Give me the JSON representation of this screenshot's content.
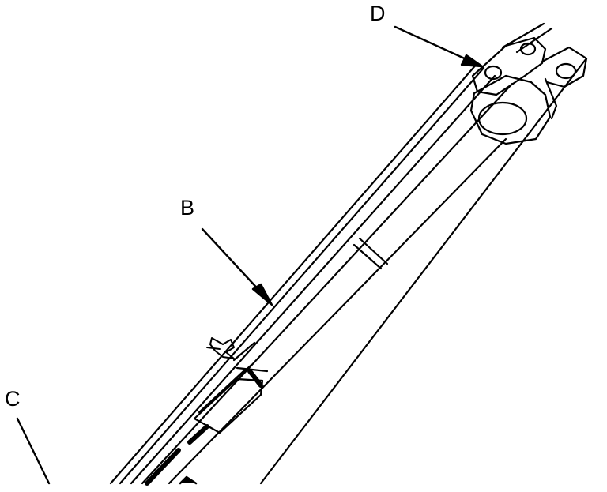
{
  "callouts": {
    "b": "B",
    "c": "C",
    "d": "D"
  },
  "colors": {
    "ink": "#000000",
    "paper": "#ffffff"
  }
}
